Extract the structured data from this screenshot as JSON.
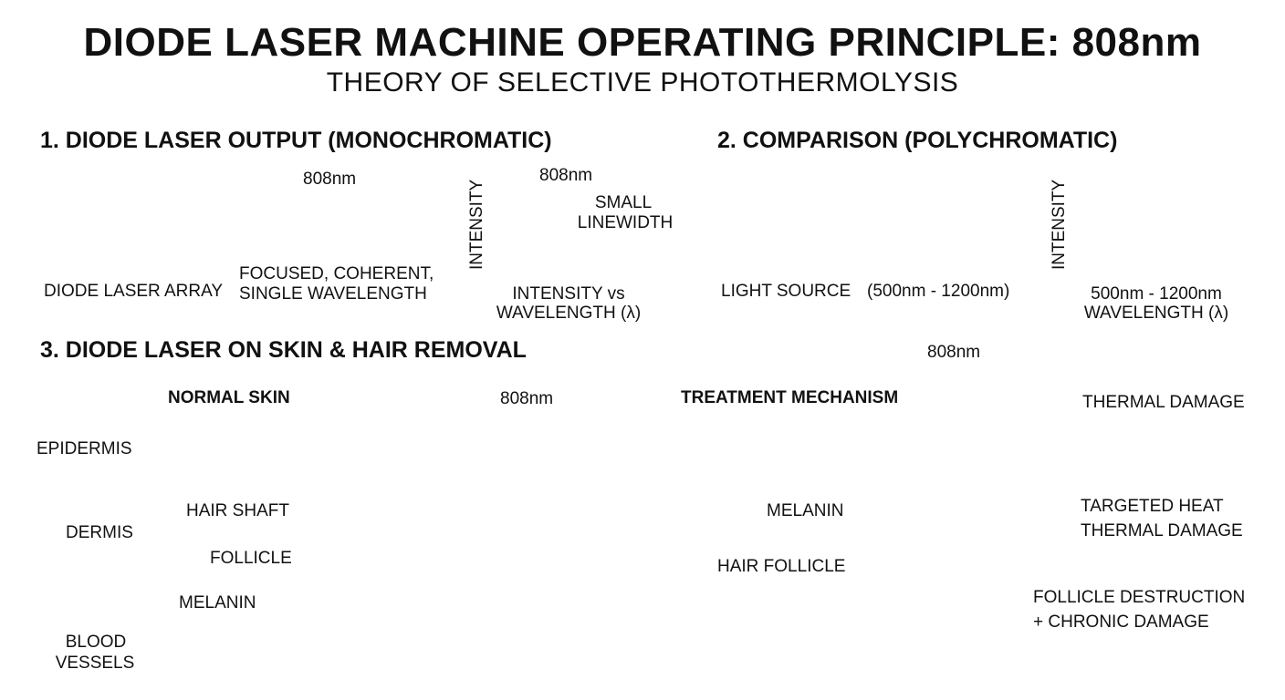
{
  "title": "DIODE LASER MACHINE OPERATING PRINCIPLE: 808nm",
  "subtitle": "THEORY OF SELECTIVE PHOTOTHERMOLYSIS",
  "section1": {
    "heading": "1. DIODE LASER OUTPUT (MONOCHROMATIC)",
    "array_label": "DIODE LASER ARRAY",
    "beam_wavelength": "808nm",
    "beam_note_1": "FOCUSED, COHERENT,",
    "beam_note_2": "SINGLE WAVELENGTH",
    "graph_ylabel": "INTENSITY",
    "graph_peak": "808nm",
    "graph_note_1": "SMALL",
    "graph_note_2": "LINEWIDTH",
    "graph_xlabel_1": "INTENSITY vs",
    "graph_xlabel_2": "WAVELENGTH (λ)"
  },
  "section2": {
    "heading": "2. COMPARISON (POLYCHROMATIC)",
    "source_label": "LIGHT SOURCE",
    "range_label": "(500nm - 1200nm)",
    "graph_ylabel": "INTENSITY",
    "graph_xlabel_1": "500nm - 1200nm",
    "graph_xlabel_2": "WAVELENGTH (λ)"
  },
  "section3": {
    "heading": "3. DIODE LASER ON SKIN & HAIR REMOVAL",
    "normal": {
      "title": "NORMAL SKIN",
      "beam": "808nm",
      "epidermis": "EPIDERMIS",
      "dermis": "DERMIS",
      "blood_1": "BLOOD",
      "blood_2": "VESSELS",
      "hair_shaft": "HAIR SHAFT",
      "follicle": "FOLLICLE",
      "melanin": "MELANIN"
    },
    "treatment": {
      "title": "TREATMENT MECHANISM",
      "beam": "808nm",
      "thermal_damage": "THERMAL DAMAGE",
      "targeted_1": "TARGETED HEAT",
      "targeted_2": "THERMAL DAMAGE",
      "melanin": "MELANIN",
      "hair_follicle": "HAIR FOLLICLE",
      "destruction_1": "FOLLICLE DESTRUCTION",
      "destruction_2": "+ CHRONIC DAMAGE"
    }
  },
  "colors": {
    "laser_red": "#e8262a",
    "skin_epidermis": "#e8a89a",
    "skin_dermis": "#f8dcd6",
    "hair": "#4a2a1a",
    "blood": "#9c2a2a",
    "heat_orange": "#ff7a10"
  },
  "icons": [
    "diode-chip-icon",
    "light-bulb-icon",
    "flame-icon",
    "arrow-icon"
  ]
}
